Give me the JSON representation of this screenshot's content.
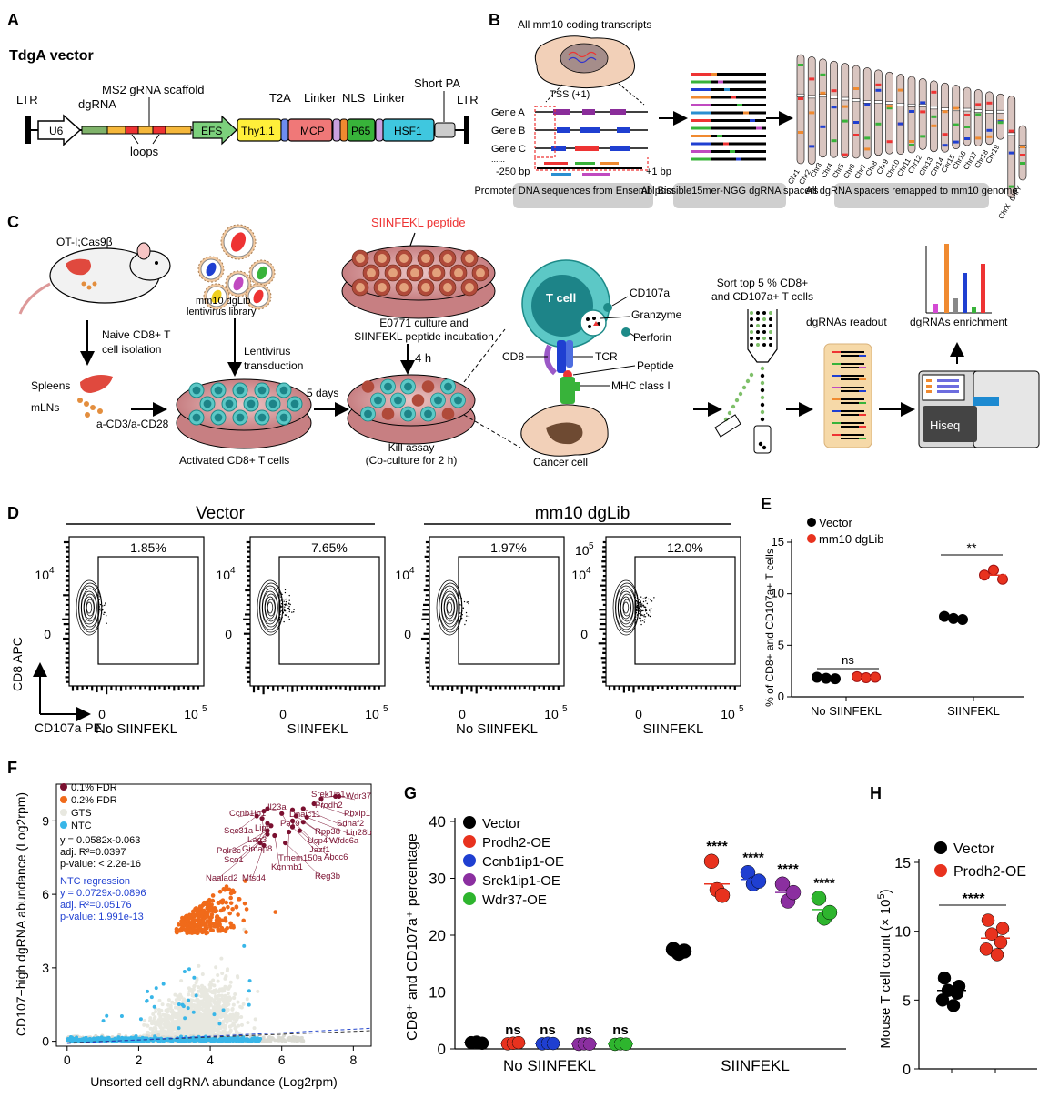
{
  "panels": {
    "A": {
      "label": "A",
      "title": "TdgA vector",
      "elements": [
        "LTR",
        "U6",
        "dgRNA",
        "MS2 gRNA scaffold",
        "loops",
        "EFS",
        "Thy1.1",
        "T2A",
        "MCP",
        "Linker",
        "NLS",
        "P65",
        "Linker",
        "HSF1",
        "Short PA",
        "LTR"
      ]
    },
    "B": {
      "label": "B",
      "header": "All mm10 coding transcripts",
      "tss": "TSS (+1)",
      "genes": [
        "Gene A",
        "Gene B",
        "Gene C"
      ],
      "dots": "......",
      "range_start": "-250 bp",
      "range_end": "+1 bp",
      "box1": "Promoter DNA sequences from Ensembl Biomart",
      "box2": "All possible15mer-NGG dgRNA spacers",
      "box3": "All dgRNA spacers remapped to mm10 genome",
      "chromosomes": [
        "Chr1",
        "Chr2",
        "Chr3",
        "Chr4",
        "Chr5",
        "Chr6",
        "Chr7",
        "Chr8",
        "Chr9",
        "Chr10",
        "Chr11",
        "Chr12",
        "Chr13",
        "Chr14",
        "Chr15",
        "Chr16",
        "Chr17",
        "Chr18",
        "Chr19",
        "ChrX",
        "ChrY"
      ]
    },
    "C": {
      "label": "C",
      "mouse": "OT-I;Cas9β",
      "isolation": "Naive CD8+ T cell isolation",
      "spleens": "Spleens",
      "mlns": "mLNs",
      "stim": "a-CD3/a-CD28",
      "library": "mm10 dgLib lentivirus library",
      "transduction": "Lentivirus transduction",
      "activated": "Activated CD8+ T cells",
      "days": "5 days",
      "peptide": "SIINFEKL peptide",
      "culture": "E0771 culture and SIINFEKL peptide incubation",
      "hours": "4 h",
      "kill": "Kill assay (Co-culture for 2 h)",
      "tcell": "T cell",
      "cd107a": "CD107a",
      "granzyme": "Granzyme",
      "perforin": "Perforin",
      "cd8": "CD8",
      "tcr": "TCR",
      "peptide2": "Peptide",
      "mhc": "MHC class I",
      "cancer": "Cancer cell",
      "sort": "Sort top 5 % CD8+ and CD107a+ T cells",
      "readout": "dgRNAs readout",
      "enrichment": "dgRNAs enrichment",
      "hiseq": "Hiseq"
    },
    "D": {
      "label": "D",
      "group1": "Vector",
      "group2": "mm10 dgLib",
      "ylabel": "CD8 APC",
      "xlabel": "CD107a PE",
      "plots": [
        {
          "pct": "1.85%",
          "cond": "No SIINFEKL"
        },
        {
          "pct": "7.65%",
          "cond": "SIINFEKL"
        },
        {
          "pct": "1.97%",
          "cond": "No SIINFEKL"
        },
        {
          "pct": "12.0%",
          "cond": "SIINFEKL"
        }
      ],
      "ticks": {
        "y4": "10",
        "y4sup": "4",
        "y5": "10",
        "y5sup": "5",
        "zero": "0",
        "x5": "10",
        "x5sup": "5"
      }
    }
  },
  "chart_data": [
    {
      "id": "E",
      "type": "scatter",
      "label": "E",
      "categories": [
        "No SIINFEKL",
        "SIINFEKL"
      ],
      "ylabel": "% of CD8+ and CD107a+ T cells",
      "ylim": [
        0,
        15
      ],
      "yticks": [
        0,
        5,
        10,
        15
      ],
      "series": [
        {
          "name": "Vector",
          "color": "#000000",
          "no": [
            1.9,
            1.8,
            1.75
          ],
          "yes": [
            7.8,
            7.6,
            7.5
          ],
          "mean_no": 1.82,
          "mean_yes": 7.63
        },
        {
          "name": "mm10 dgLib",
          "color": "#e8321e",
          "no": [
            1.95,
            1.85,
            1.9
          ],
          "yes": [
            11.8,
            12.3,
            11.4
          ],
          "mean_no": 1.9,
          "mean_yes": 11.8
        }
      ],
      "sig": [
        "ns",
        "**"
      ]
    },
    {
      "id": "F",
      "type": "scatter",
      "label": "F",
      "xlabel": "Unsorted cell dgRNA abundance (Log2rpm)",
      "ylabel": "CD107−high dgRNA abundance (Log2rpm)",
      "xlim": [
        -0.3,
        8.5
      ],
      "ylim": [
        -0.2,
        10.5
      ],
      "xticks": [
        0,
        2,
        4,
        6,
        8
      ],
      "yticks": [
        0,
        3,
        6,
        9
      ],
      "legend": [
        "0.1% FDR",
        "0.2% FDR",
        "GTS",
        "NTC"
      ],
      "stats_gts": [
        "y = 0.0582x-0.063",
        "adj. R²=0.0397",
        "p-value: < 2.2e-16"
      ],
      "stats_ntc": [
        "NTC regression",
        "y = 0.0729x-0.0896",
        "adj. R²=0.05176",
        "p-value: 1.991e-13"
      ],
      "gts_fit": {
        "slope": 0.0582,
        "intercept": -0.063
      },
      "ntc_fit": {
        "slope": 0.0729,
        "intercept": -0.0896
      },
      "genes": [
        {
          "name": "Srek1ip1",
          "x": 7.5,
          "y": 10.0
        },
        {
          "name": "Wdr37",
          "x": 7.6,
          "y": 10.0
        },
        {
          "name": "Prodh2",
          "x": 7.1,
          "y": 9.9
        },
        {
          "name": "Pbxip1",
          "x": 6.9,
          "y": 9.7
        },
        {
          "name": "Sdhaf2",
          "x": 6.6,
          "y": 9.5
        },
        {
          "name": "Dnajc11",
          "x": 6.3,
          "y": 9.45
        },
        {
          "name": "Ccnb1ip1",
          "x": 5.5,
          "y": 9.4
        },
        {
          "name": "Il23a",
          "x": 5.6,
          "y": 9.5
        },
        {
          "name": "Pax9",
          "x": 6.0,
          "y": 9.3
        },
        {
          "name": "Rpp38",
          "x": 6.4,
          "y": 9.2
        },
        {
          "name": "Lin28b",
          "x": 6.7,
          "y": 9.15
        },
        {
          "name": "Sec31a",
          "x": 5.3,
          "y": 9.2
        },
        {
          "name": "Lipf",
          "x": 5.45,
          "y": 9.1
        },
        {
          "name": "Usp4",
          "x": 6.3,
          "y": 9.0
        },
        {
          "name": "Wfdc6a",
          "x": 6.6,
          "y": 8.95
        },
        {
          "name": "Lag3",
          "x": 5.6,
          "y": 8.9
        },
        {
          "name": "Gimap8",
          "x": 5.7,
          "y": 8.8
        },
        {
          "name": "Jazf1",
          "x": 6.3,
          "y": 8.75
        },
        {
          "name": "Polr3c",
          "x": 5.6,
          "y": 8.6
        },
        {
          "name": "Abcc6",
          "x": 6.5,
          "y": 8.6
        },
        {
          "name": "Sco1",
          "x": 5.6,
          "y": 8.45
        },
        {
          "name": "Tmem150a",
          "x": 6.2,
          "y": 8.55
        },
        {
          "name": "Kcnmb1",
          "x": 5.8,
          "y": 8.4
        },
        {
          "name": "Naalad2",
          "x": 5.4,
          "y": 8.1
        },
        {
          "name": "Mfsd4",
          "x": 5.5,
          "y": 8.0
        },
        {
          "name": "Reg3b",
          "x": 6.1,
          "y": 8.1
        }
      ]
    },
    {
      "id": "G",
      "type": "scatter",
      "label": "G",
      "categories": [
        "No SIINFEKL",
        "SIINFEKL"
      ],
      "ylabel": "CD8⁺ and CD107a⁺ percentage",
      "ylim": [
        0,
        40
      ],
      "yticks": [
        0,
        10,
        20,
        30,
        40
      ],
      "series": [
        {
          "name": "Vector",
          "color": "#000000",
          "no": [
            1.1,
            1.2,
            1.0
          ],
          "yes": [
            17.5,
            16.8,
            17.2
          ],
          "mean_no": 1.1,
          "mean_yes": 17.2
        },
        {
          "name": "Prodh2-OE",
          "color": "#e8321e",
          "no": [
            0.9,
            1.0,
            1.1
          ],
          "yes": [
            33.0,
            28.0,
            27.0
          ],
          "mean_no": 1.0,
          "mean_yes": 29.0
        },
        {
          "name": "Ccnb1ip1-OE",
          "color": "#1f3fd1",
          "no": [
            0.9,
            1.0,
            0.95
          ],
          "yes": [
            31.0,
            29.0,
            29.5
          ],
          "mean_no": 0.95,
          "mean_yes": 29.8
        },
        {
          "name": "Srek1ip1-OE",
          "color": "#8b2fa0",
          "no": [
            0.8,
            0.9,
            0.85
          ],
          "yes": [
            29.0,
            26.0,
            27.5
          ],
          "mean_no": 0.85,
          "mean_yes": 27.5
        },
        {
          "name": "Wdr37-OE",
          "color": "#2eb52e",
          "no": [
            0.8,
            0.9,
            0.85
          ],
          "yes": [
            26.5,
            23.0,
            24.0
          ],
          "mean_no": 0.85,
          "mean_yes": 24.5
        }
      ],
      "sig_no": "ns",
      "sig_yes": "****"
    },
    {
      "id": "H",
      "type": "scatter",
      "label": "H",
      "ylabel": "Mouse T cell count (× 10",
      "ylabel_sup": "5",
      "ylabel_end": ")",
      "ylim": [
        0,
        15
      ],
      "yticks": [
        0,
        5,
        10,
        15
      ],
      "series": [
        {
          "name": "Vector",
          "color": "#000000",
          "values": [
            6.6,
            6.0,
            5.7,
            5.5,
            5.0,
            4.6
          ],
          "mean": 5.7
        },
        {
          "name": "Prodh2-OE",
          "color": "#e8321e",
          "values": [
            10.8,
            10.2,
            9.8,
            9.2,
            8.7,
            8.3
          ],
          "mean": 9.5
        }
      ],
      "sig": "****"
    }
  ]
}
